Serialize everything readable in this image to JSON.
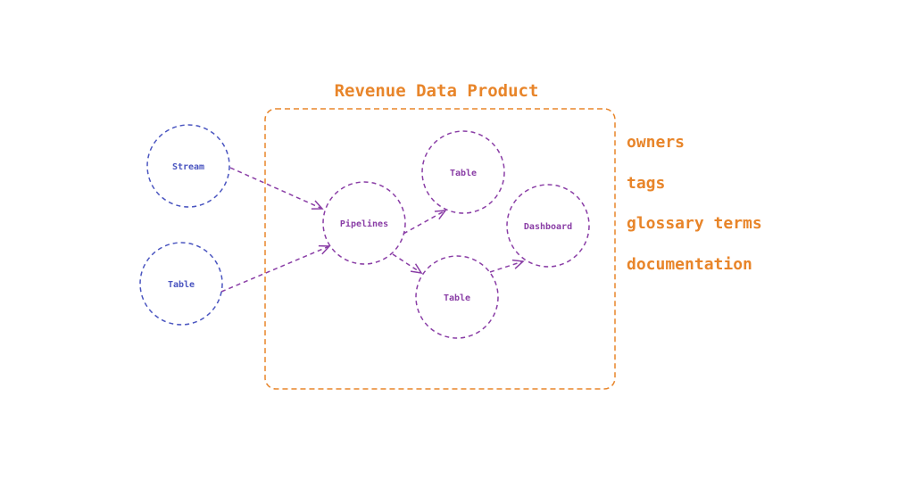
{
  "title": "Revenue Data Product",
  "colors": {
    "orange": "#e8852a",
    "blue": "#4a55c0",
    "purple": "#8a3ea6"
  },
  "sources": [
    {
      "id": "stream",
      "label": "Stream"
    },
    {
      "id": "source_table",
      "label": "Table"
    }
  ],
  "product_nodes": [
    {
      "id": "pipelines",
      "label": "Pipelines"
    },
    {
      "id": "table_top",
      "label": "Table"
    },
    {
      "id": "table_bottom",
      "label": "Table"
    },
    {
      "id": "dashboard",
      "label": "Dashboard"
    }
  ],
  "edges": [
    {
      "from": "stream",
      "to": "pipelines"
    },
    {
      "from": "source_table",
      "to": "pipelines"
    },
    {
      "from": "pipelines",
      "to": "table_top"
    },
    {
      "from": "pipelines",
      "to": "table_bottom"
    },
    {
      "from": "table_bottom",
      "to": "dashboard"
    }
  ],
  "properties": [
    "owners",
    "tags",
    "glossary terms",
    "documentation"
  ]
}
